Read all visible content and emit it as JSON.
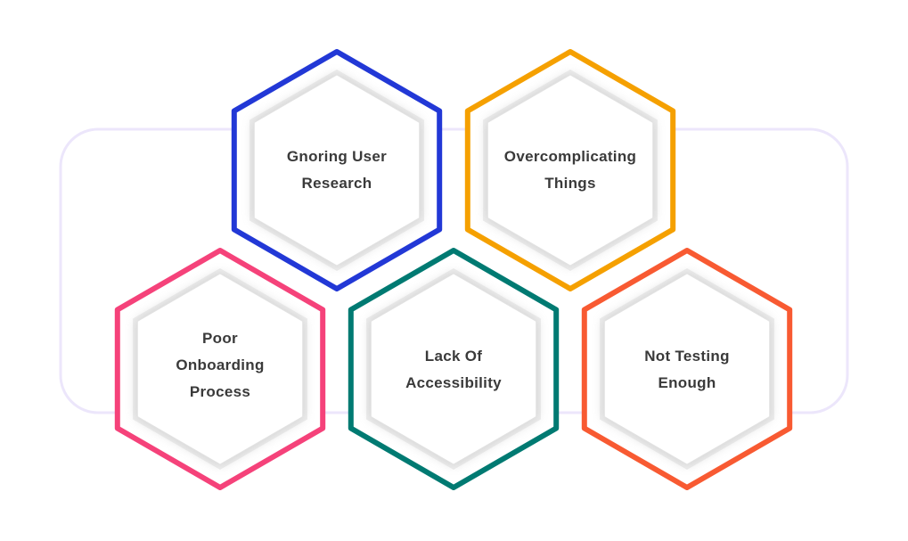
{
  "diagram": {
    "hexagons": [
      {
        "label_lines": [
          "Gnoring User",
          "Research"
        ],
        "color": "#2238d6"
      },
      {
        "label_lines": [
          "Overcomplicating",
          "Things"
        ],
        "color": "#f5a000"
      },
      {
        "label_lines": [
          "Poor",
          "Onboarding",
          "Process"
        ],
        "color": "#f5427a"
      },
      {
        "label_lines": [
          "Lack Of",
          "Accessibility"
        ],
        "color": "#007a72"
      },
      {
        "label_lines": [
          "Not Testing",
          "Enough"
        ],
        "color": "#f85a32"
      }
    ],
    "frame_color": "#ece6fb",
    "inner_fill": "#ffffff",
    "inner_shadow": "#d4d4d4",
    "text_color": "#3a3a3a"
  }
}
